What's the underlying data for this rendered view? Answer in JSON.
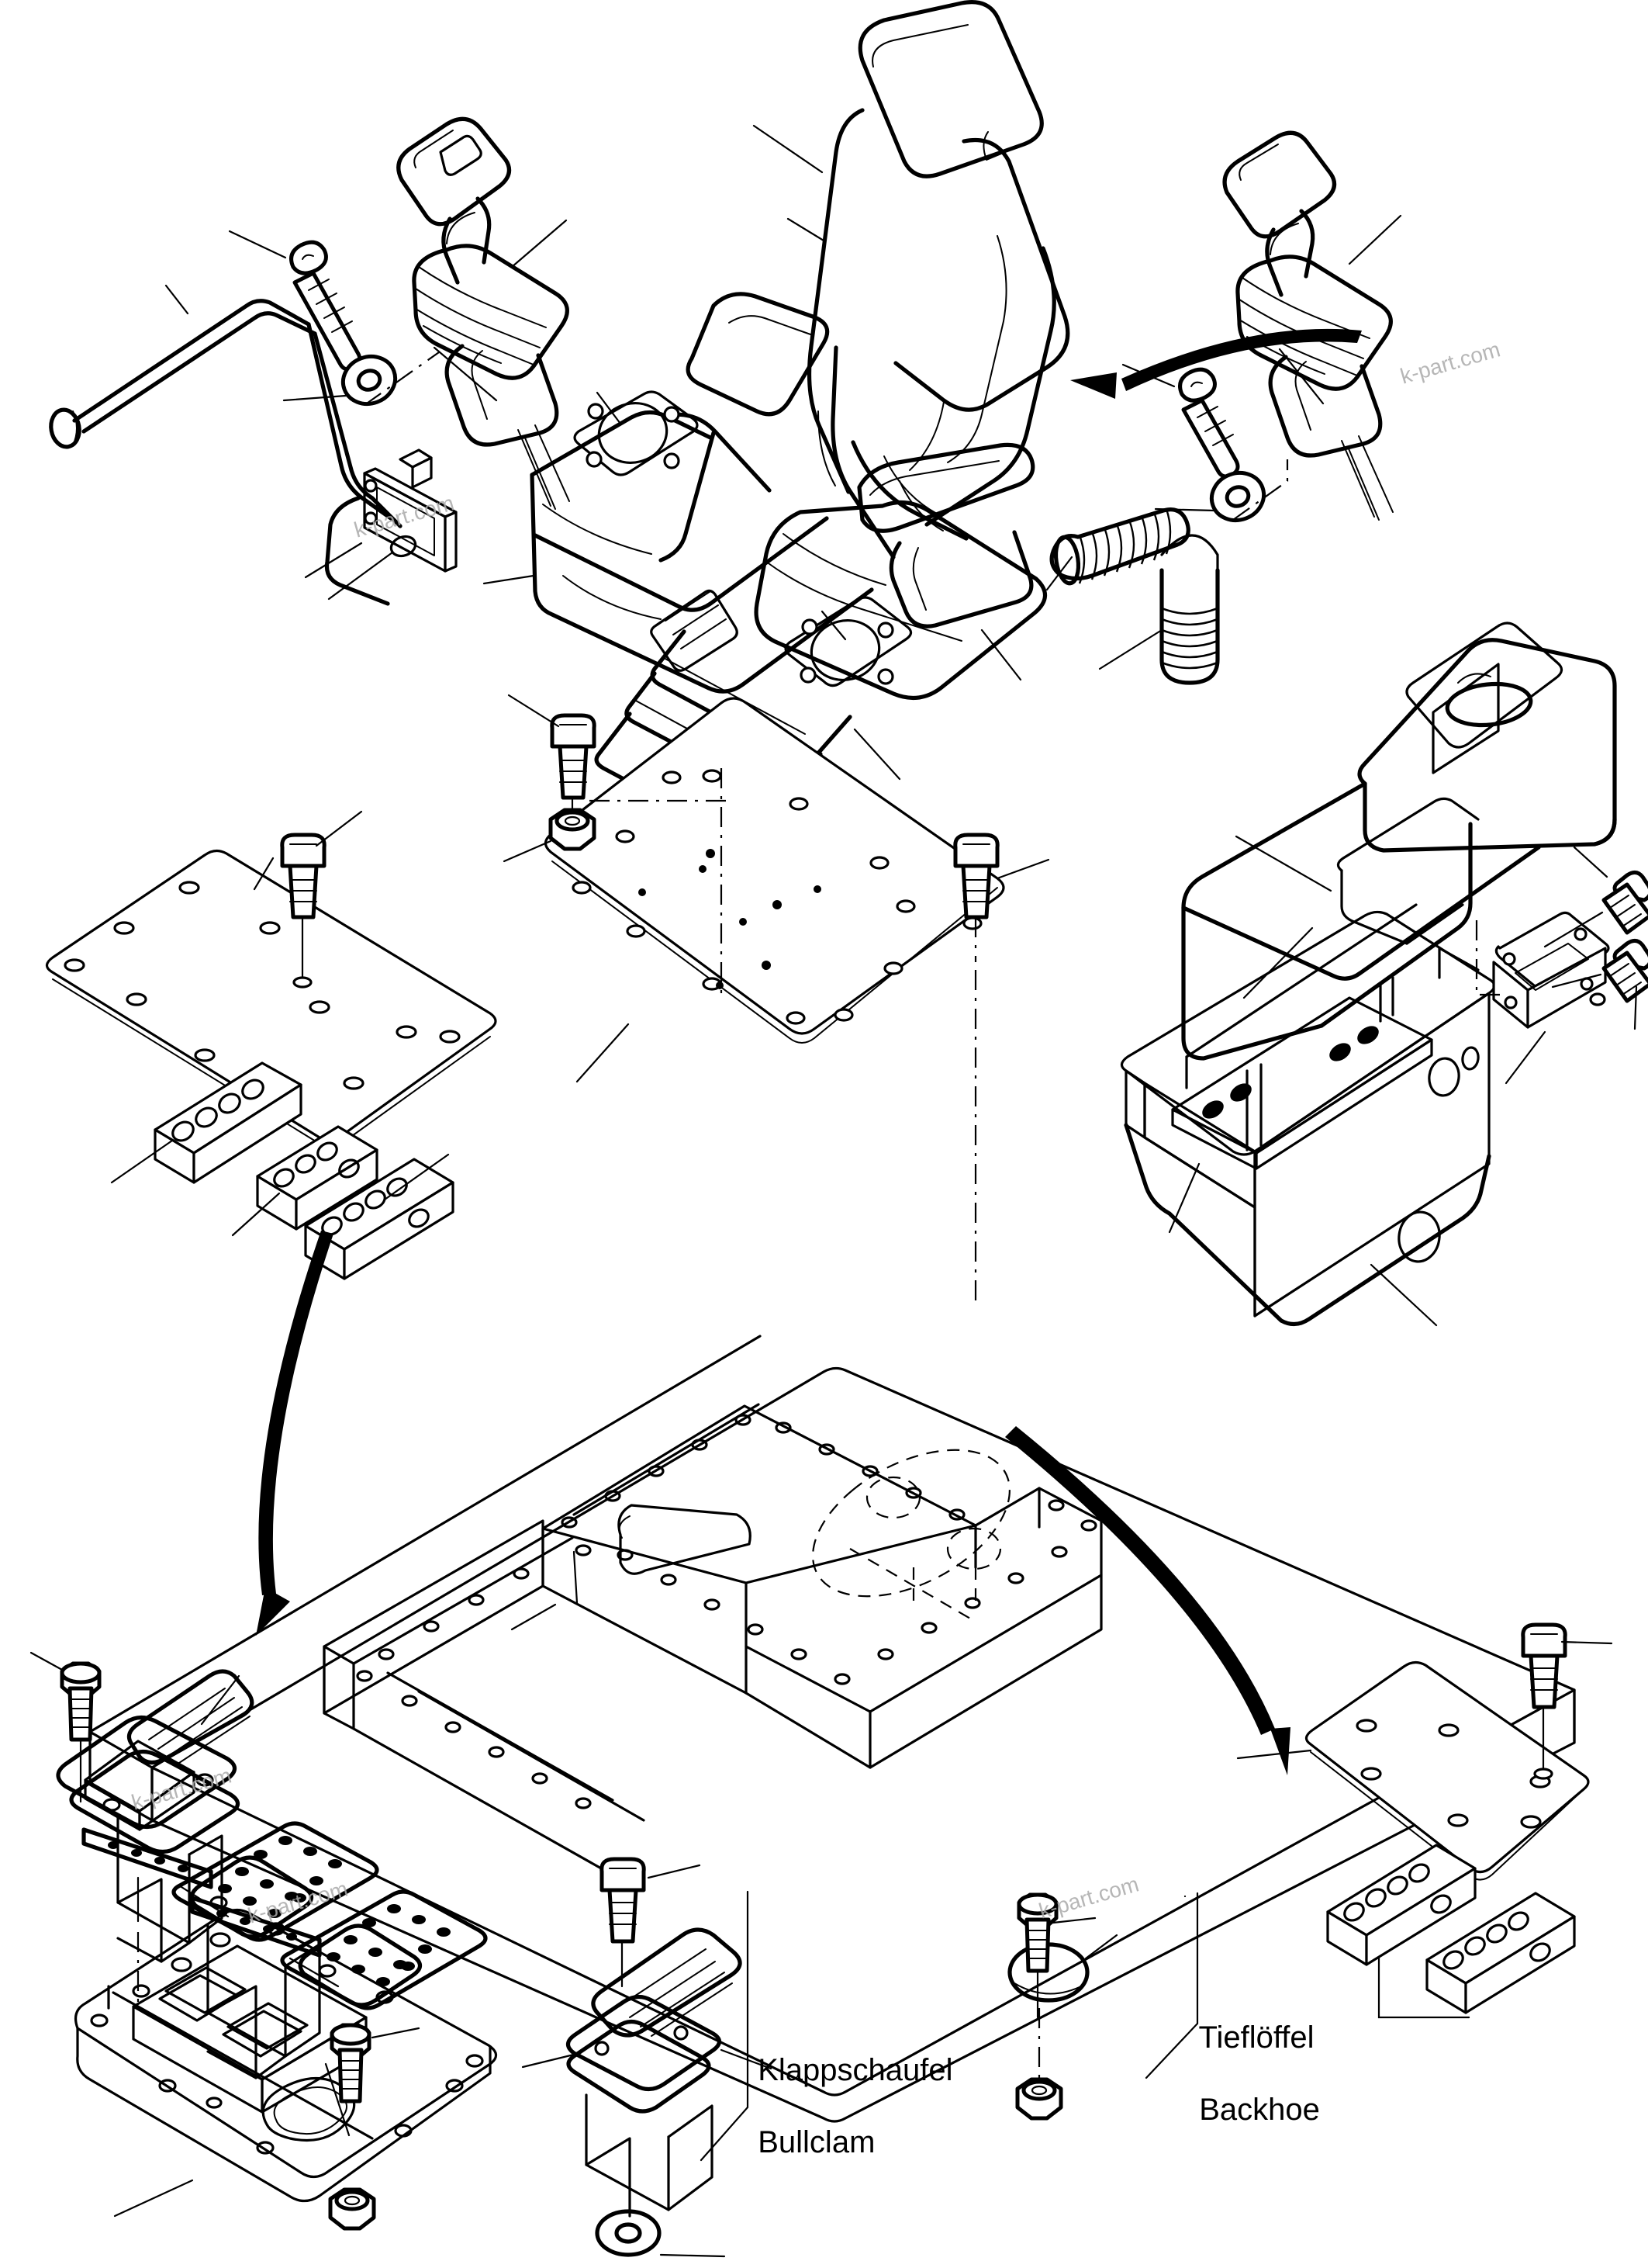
{
  "document": {
    "type": "exploded-parts-diagram",
    "subject": "Operator seat, control levers, consoles and floor plate assembly"
  },
  "callouts": {
    "bullclam": {
      "line1": "Klappschaufel",
      "line2": "Bullclam"
    },
    "backhoe": {
      "line1": "Tieflöffel",
      "line2": "Backhoe"
    }
  },
  "watermarks": [
    {
      "text": "k-part.com"
    },
    {
      "text": "k-part.com"
    },
    {
      "text": "k-part.com"
    },
    {
      "text": "k-part.com"
    },
    {
      "text": "k-part.com"
    }
  ],
  "parts": [
    {
      "name": "operator-seat",
      "label": "Operator seat with headrest and armrests"
    },
    {
      "name": "seat-suspension-base",
      "label": "Seat suspension base housing"
    },
    {
      "name": "left-joystick",
      "label": "Left control joystick with rubber bellows boot"
    },
    {
      "name": "right-joystick",
      "label": "Right control joystick with rubber bellows boot"
    },
    {
      "name": "control-rod-lever",
      "label": "Bent tubular control rod lever"
    },
    {
      "name": "lever-mount-bracket",
      "label": "Lever mounting bracket plate"
    },
    {
      "name": "seat-mounting-plate",
      "label": "Seat mounting plate, multi-hole"
    },
    {
      "name": "left-cover-plate",
      "label": "Left side cover plate"
    },
    {
      "name": "right-cover-plate",
      "label": "Right side cover plate"
    },
    {
      "name": "grommet-block-left",
      "label": "Cable grommet block, 4-hole"
    },
    {
      "name": "grommet-block-center",
      "label": "Cable grommet block, 4-hole short"
    },
    {
      "name": "grommet-block-right",
      "label": "Cable grommet block, 6-hole"
    },
    {
      "name": "grommet-block-br-a",
      "label": "Cable grommet block, 6-hole"
    },
    {
      "name": "grommet-block-br-b",
      "label": "Cable grommet block, 6-hole"
    },
    {
      "name": "right-console-cover",
      "label": "Right console cover shell"
    },
    {
      "name": "right-console-frame",
      "label": "Right console sheet-metal frame box"
    },
    {
      "name": "console-mount-plate",
      "label": "Console mounting plate with screws"
    },
    {
      "name": "floor-plate",
      "label": "Main floor plate / platform"
    },
    {
      "name": "floor-box-enclosure",
      "label": "Floor box enclosure with slot"
    },
    {
      "name": "floor-cover-panel",
      "label": "Floor cover panel with pedal cutouts"
    },
    {
      "name": "travel-pedal-left",
      "label": "Travel pedal, left with pedestal"
    },
    {
      "name": "travel-pedal-center",
      "label": "Travel pedal, center with treadplate"
    },
    {
      "name": "travel-pedal-right",
      "label": "Travel pedal, right with treadplate"
    },
    {
      "name": "auxiliary-pedal",
      "label": "Auxiliary foot pedal assembly"
    },
    {
      "name": "bellows-hose-horizontal",
      "label": "Corrugated flexible hose sleeve"
    },
    {
      "name": "bellows-hose-vertical",
      "label": "Corrugated flexible boot sleeve"
    },
    {
      "name": "socket-head-bolt",
      "label": "Socket head cap screw"
    },
    {
      "name": "hex-bolt",
      "label": "Hex head bolt"
    },
    {
      "name": "hex-nut",
      "label": "Hex lock nut"
    },
    {
      "name": "flat-washer",
      "label": "Flat washer"
    },
    {
      "name": "round-cap",
      "label": "Round cover cap"
    },
    {
      "name": "countersunk-screw",
      "label": "Countersunk screw"
    }
  ]
}
